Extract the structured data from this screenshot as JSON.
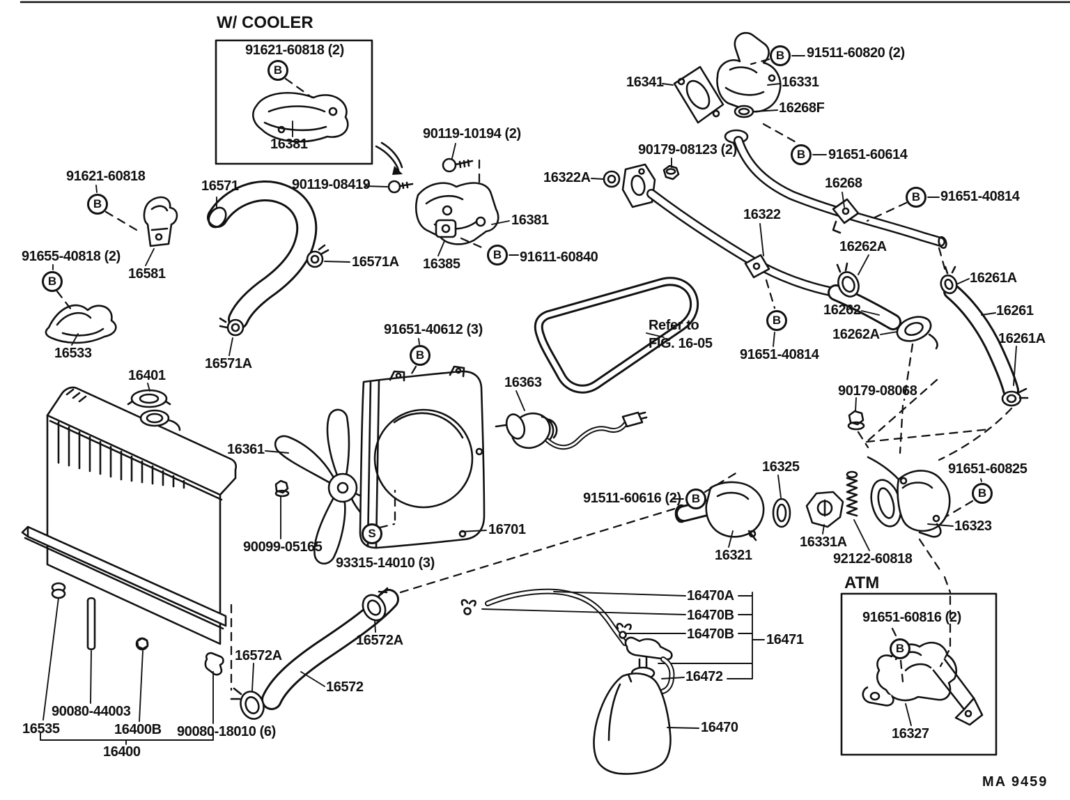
{
  "page": {
    "background": "#ffffff",
    "ink_color": "#111111",
    "drawing_code": "MA 9459"
  },
  "insets": {
    "with_cooler_title": "W/ COOLER",
    "atm_title": "ATM"
  },
  "note": {
    "line1": "Refer to",
    "line2": "FIG. 16-05"
  },
  "part_labels": [
    "91621-60818 (2)",
    "16381",
    "91621-60818",
    "16581",
    "91655-40818 (2)",
    "16533",
    "16571",
    "16571A",
    "16571A",
    "16401",
    "90119-10194 (2)",
    "90119-08419",
    "16381",
    "16385",
    "91611-60840",
    "16322A",
    "90179-08123 (2)",
    "16341",
    "16331",
    "91511-60820 (2)",
    "16268F",
    "91651-60614",
    "16268",
    "91651-40814",
    "16322",
    "16262A",
    "16262",
    "16262A",
    "16261A",
    "16261",
    "16261A",
    "91651-40814",
    "16363",
    "91651-40612 (3)",
    "16361",
    "16701",
    "90099-05165",
    "93315-14010 (3)",
    "91511-60616 (2)",
    "16325",
    "16321",
    "16331A",
    "92122-60818",
    "90179-08068",
    "91651-60825",
    "16323",
    "16470A",
    "16470B",
    "16470B",
    "16471",
    "16472",
    "16470",
    "91651-60816 (2)",
    "16327",
    "16572A",
    "16572A",
    "16572",
    "90080-44003",
    "16535",
    "16400B",
    "90080-18010 (6)",
    "16400"
  ],
  "markers": [
    "B",
    "B",
    "B",
    "B",
    "B",
    "B",
    "B",
    "B",
    "B",
    "B",
    "B",
    "S",
    "B"
  ]
}
